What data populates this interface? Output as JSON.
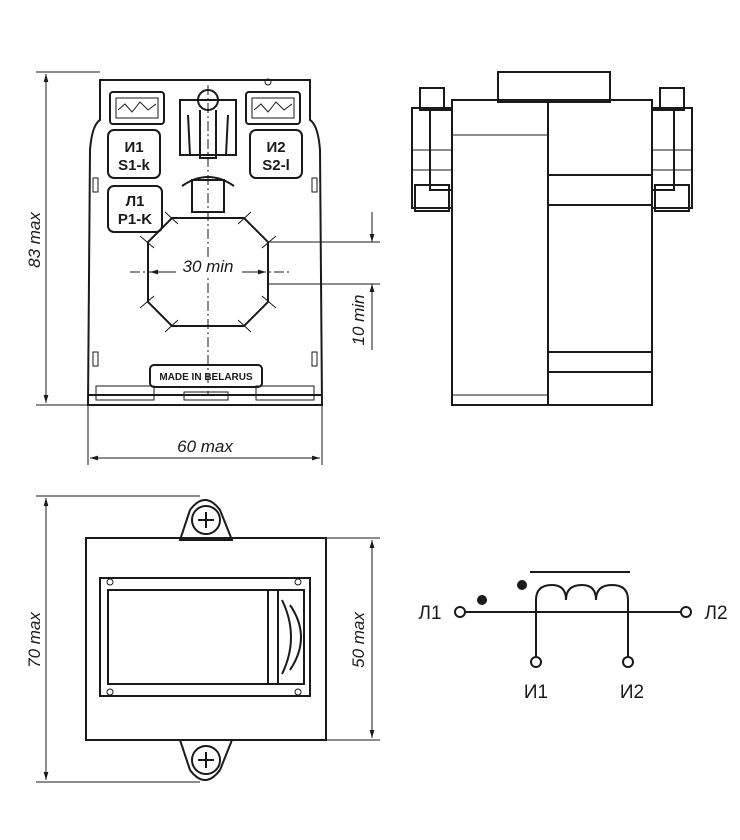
{
  "dimensions": {
    "height_front": "83 max",
    "width_front": "60 max",
    "window_width": "30 min",
    "window_offset": "10 min",
    "height_top": "70 max",
    "depth_top": "50 max"
  },
  "terminals": {
    "left_top": "И1",
    "left_bottom": "S1-k",
    "right_top": "И2",
    "right_bottom": "S2-l",
    "primary_top": "Л1",
    "primary_bottom": "P1-K"
  },
  "nameplate": "MADE IN BELARUS",
  "schematic": {
    "primary_in": "Л1",
    "primary_out": "Л2",
    "secondary_start": "И1",
    "secondary_end": "И2"
  }
}
